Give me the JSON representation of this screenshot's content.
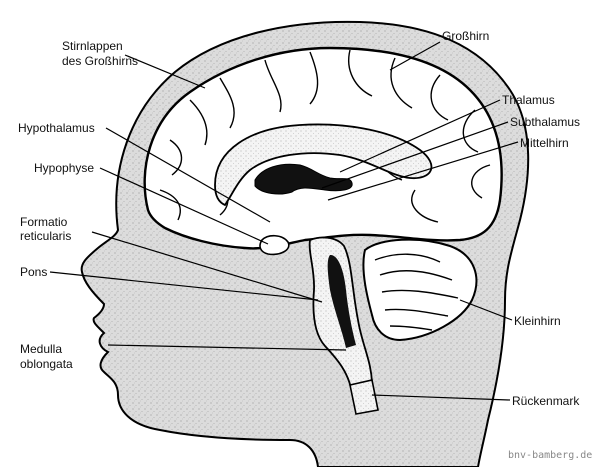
{
  "diagram": {
    "labels": {
      "stirnlappen_1": "Stirnlappen",
      "stirnlappen_2": "des Großhirns",
      "grosshirn": "Großhirn",
      "thalamus": "Thalamus",
      "hypothalamus": "Hypothalamus",
      "subthalamus": "Subthalamus",
      "mittelhirn": "Mittelhirn",
      "hypophyse": "Hypophyse",
      "formatio_1": "Formatio",
      "formatio_2": "reticularis",
      "pons": "Pons",
      "kleinhirn": "Kleinhirn",
      "medulla_1": "Medulla",
      "medulla_2": "oblongata",
      "rueckenmark": "Rückenmark"
    },
    "watermark": "bnv-bamberg.de"
  }
}
